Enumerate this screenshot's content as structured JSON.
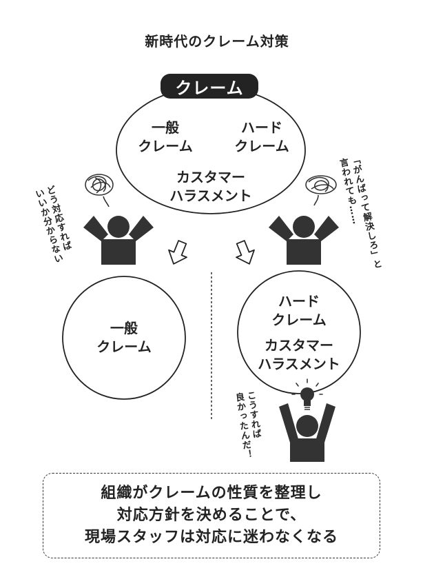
{
  "title": "新時代のクレーム対策",
  "top": {
    "label": "クレーム",
    "general": [
      "一般",
      "クレーム"
    ],
    "hard": [
      "ハード",
      "クレーム"
    ],
    "harassment": [
      "カスタマー",
      "ハラスメント"
    ]
  },
  "left_person": {
    "thought": [
      "どう対応すれば",
      "いいか分からない"
    ]
  },
  "right_person": {
    "thought": [
      "「がんばって解決しろ」と",
      "言われても……"
    ]
  },
  "left_circle": {
    "lines": [
      "一般",
      "クレーム"
    ]
  },
  "right_circle": {
    "hard": [
      "ハード",
      "クレーム"
    ],
    "harassment": [
      "カスタマー",
      "ハラスメント"
    ]
  },
  "idea_person": {
    "thought": [
      "こうすれば",
      "良かったんだ！"
    ]
  },
  "conclusion": [
    "組織がクレームの性質を整理し",
    "対応方針を決めることで、",
    "現場スタッフは対応に迷わなくなる"
  ],
  "colors": {
    "ink": "#232323",
    "figure": "#333333",
    "background": "#ffffff"
  },
  "icons": [
    "tangled-thought-icon",
    "down-arrow-icon",
    "person-icon",
    "lightbulb-icon"
  ]
}
